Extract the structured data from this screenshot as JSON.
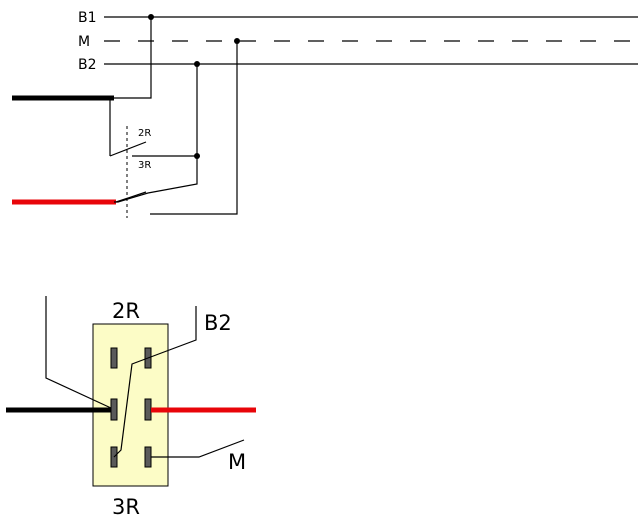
{
  "schematic": {
    "bus_b1": "B1",
    "bus_m": "M",
    "bus_b2": "B2",
    "contact_2r": "2R",
    "contact_3r": "3R"
  },
  "switch": {
    "top_label": "2R",
    "bottom_label": "3R",
    "label_b2": "B2",
    "label_m": "M"
  },
  "colors": {
    "red_wire": "#e8050a",
    "black_wire": "#000000",
    "switch_body": "#fcfcc6"
  }
}
